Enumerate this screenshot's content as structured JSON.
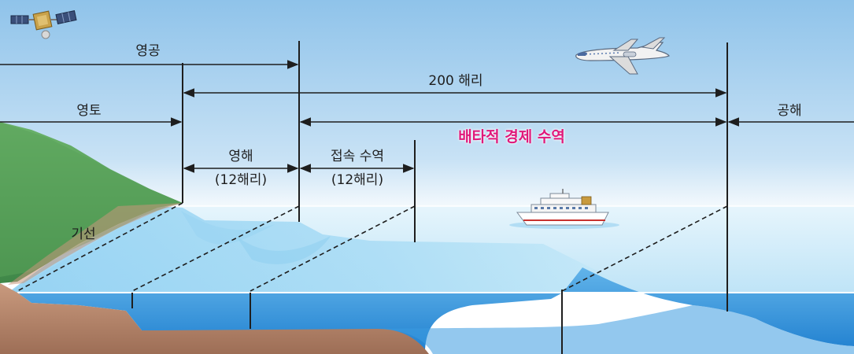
{
  "labels": {
    "airspace": "영공",
    "territory": "영토",
    "distance_200": "200 해리",
    "high_seas": "공해",
    "eez": "배타적 경제 수역",
    "territorial_sea": "영해",
    "territorial_sea_width": "(12해리)",
    "contiguous_zone": "접속 수역",
    "contiguous_zone_width": "(12해리)",
    "baseline": "기선"
  },
  "colors": {
    "sky_top": "#8fc3ea",
    "sky_bottom": "#ffffff",
    "sea_surface": "#bfe4f7",
    "sea_deep": "#2f8fd6",
    "land": "#5aa35a",
    "seabed": "#b7856a",
    "eez_text": "#e0187a",
    "line": "#1e1e1e"
  },
  "icons": {
    "satellite": "satellite-icon",
    "airplane": "airplane-icon",
    "ship": "cruise-ship-icon"
  }
}
